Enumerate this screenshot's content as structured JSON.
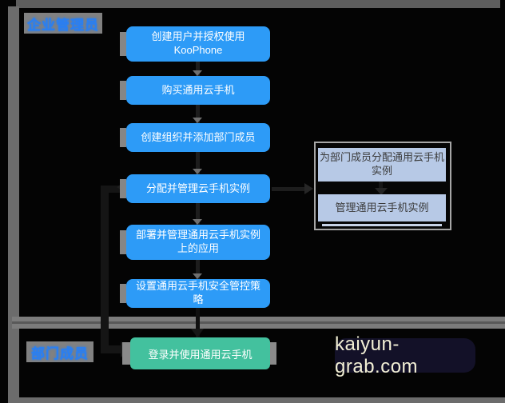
{
  "diagram": {
    "title_context": "KooPhone cloud phone usage flow",
    "lanes": {
      "admin": "企业管理员",
      "member": "部门成员"
    },
    "flow": {
      "steps": [
        "创建用户并授权使用 KooPhone",
        "购买通用云手机",
        "创建组织并添加部门成员",
        "分配并管理云手机实例",
        "部署并管理通用云手机实例上的应用",
        "设置通用云手机安全管控策略"
      ],
      "member_step": "登录并使用通用云手机",
      "group_steps": [
        "为部门成员分配通用云手机实例",
        "管理通用云手机实例"
      ]
    },
    "colors": {
      "step_blue": "#2d9bf7",
      "step_green": "#43c19e",
      "group_light_blue": "#b7c9e6",
      "lane_label_blue": "#2b7ff0",
      "structure_gray": "#6c6c6c",
      "background": "#040404",
      "watermark_bg": "#131128",
      "watermark_text_color": "#f3f0d6"
    }
  },
  "watermark": {
    "text": "kaiyun-grab.com"
  }
}
